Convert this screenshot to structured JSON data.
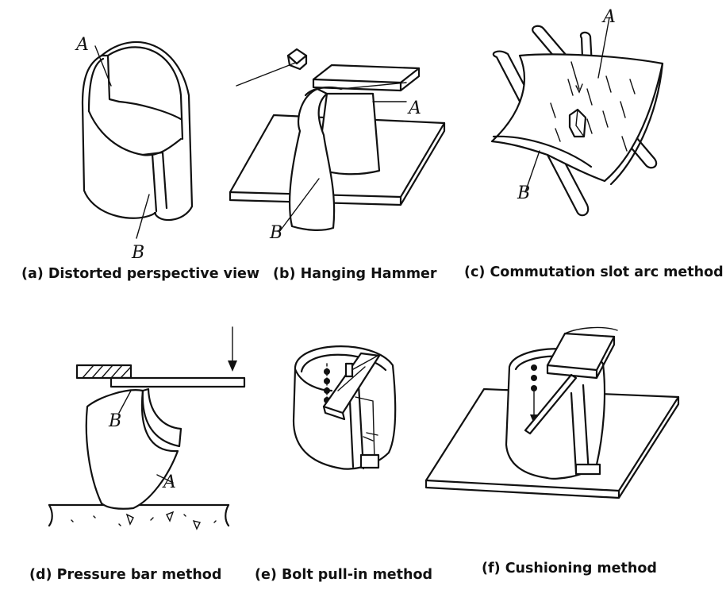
{
  "panels": [
    {
      "id": "a",
      "caption": "(a) Distorted perspective view",
      "labels": [
        "A",
        "B"
      ]
    },
    {
      "id": "b",
      "caption": "(b) Hanging Hammer",
      "labels": [
        "A",
        "B"
      ]
    },
    {
      "id": "c",
      "caption": "(c) Commutation slot arc method",
      "labels": [
        "A",
        "B"
      ]
    },
    {
      "id": "d",
      "caption": "(d) Pressure bar method",
      "labels": [
        "B",
        "A"
      ]
    },
    {
      "id": "e",
      "caption": "(e) Bolt pull-in method",
      "labels": []
    },
    {
      "id": "f",
      "caption": "(f) Cushioning method",
      "labels": []
    }
  ]
}
